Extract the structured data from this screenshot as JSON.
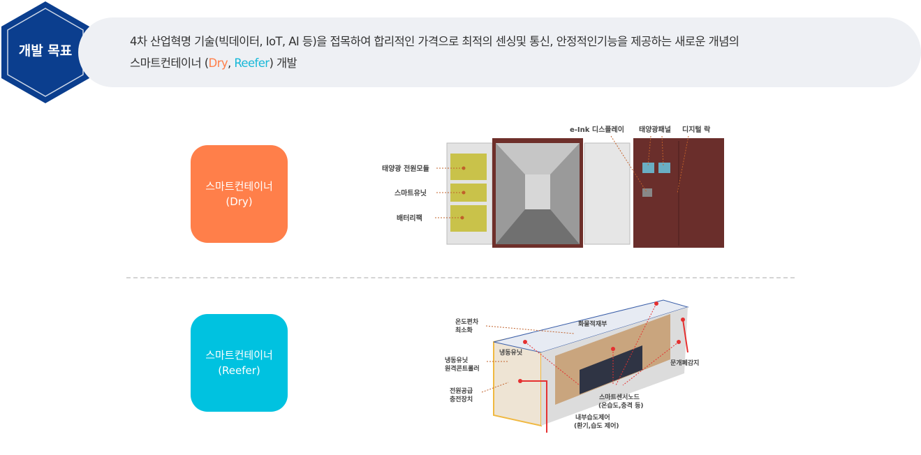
{
  "goal": {
    "badge": "개발 목표",
    "line1": "4차 산업혁명 기술(빅데이터, IoT, AI 등)을 접목하여 합리적인 가격으로 최적의 센싱및 통신, 안정적인기능을 제공하는 새로운 개념의",
    "line2_prefix": "스마트컨테이너 (",
    "line2_dry": "Dry",
    "line2_sep": ", ",
    "line2_reefer": "Reefer",
    "line2_suffix": ") 개발"
  },
  "dry": {
    "title": "스마트컨테이너",
    "sub": "(Dry)",
    "labels": {
      "solar_module": "태양광 전원모듈",
      "smart_unit": "스마트유닛",
      "battery": "배터리팩",
      "eink": "e-Ink 디스플레이",
      "solar_panel": "태양광패널",
      "digital_lock": "디지털 락"
    }
  },
  "reefer": {
    "title": "스마트컨테이너",
    "sub": "(Reefer)",
    "labels": {
      "temp1": "온도편차",
      "temp2": "최소화",
      "cargo": "화물적재부",
      "fridge": "냉동유닛",
      "remote1": "냉동유닛",
      "remote2": "원격콘트롤러",
      "power1": "전원공급",
      "power2": "충전장치",
      "door": "문개폐감지",
      "node1": "스마트센서노드",
      "node2": "(온습도,충격 등)",
      "humid1": "내부습도제어",
      "humid2": "(환기,습도 제어)"
    }
  },
  "colors": {
    "hex": "#0b3e8e",
    "dry": "#ff7f4a",
    "reefer": "#00c2e0",
    "pill": "#eef0f4"
  }
}
